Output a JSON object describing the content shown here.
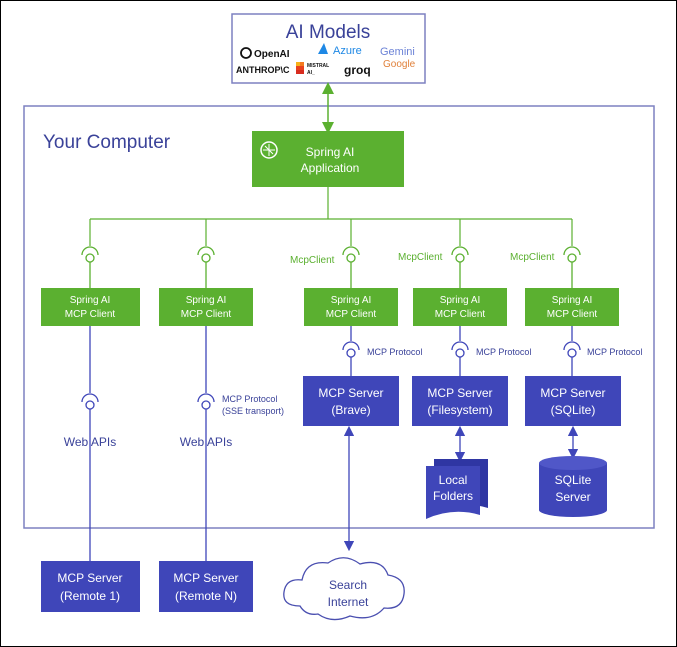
{
  "ai_models": {
    "title": "AI Models",
    "logos": [
      "OpenAI",
      "Azure",
      "Gemini",
      "Google",
      "ANTHROP\\C",
      "MISTRAL",
      "AI_",
      "groq"
    ]
  },
  "computer": {
    "title": "Your Computer"
  },
  "app": {
    "line1": "Spring AI",
    "line2": "Application"
  },
  "clients": [
    {
      "line1": "Spring AI",
      "line2": "MCP Client"
    },
    {
      "line1": "Spring AI",
      "line2": "MCP Client"
    },
    {
      "line1": "Spring AI",
      "line2": "MCP Client"
    },
    {
      "line1": "Spring AI",
      "line2": "MCP Client"
    },
    {
      "line1": "Spring AI",
      "line2": "MCP Client"
    }
  ],
  "mcpclient_label": "McpClient",
  "protocol_label": "MCP Protocol",
  "sse": {
    "line1": "MCP Protocol",
    "line2": "(SSE transport)"
  },
  "web_apis": "Web APIs",
  "servers": [
    {
      "line1": "MCP Server",
      "line2": "(Brave)"
    },
    {
      "line1": "MCP Server",
      "line2": "(Filesystem)"
    },
    {
      "line1": "MCP Server",
      "line2": "(SQLite)"
    }
  ],
  "remote_servers": [
    {
      "line1": "MCP Server",
      "line2": "(Remote 1)"
    },
    {
      "line1": "MCP Server",
      "line2": "(Remote N)"
    }
  ],
  "folders": {
    "line1": "Local",
    "line2": "Folders"
  },
  "sqlite": {
    "line1": "SQLite",
    "line2": "Server"
  },
  "internet": {
    "line1": "Search",
    "line2": "Internet"
  },
  "colors": {
    "green": "#5bb030",
    "blue": "#3f46b9",
    "frame": "#7d81c1",
    "text_blue": "#3a4299",
    "line_blue": "#4a4fb0"
  }
}
